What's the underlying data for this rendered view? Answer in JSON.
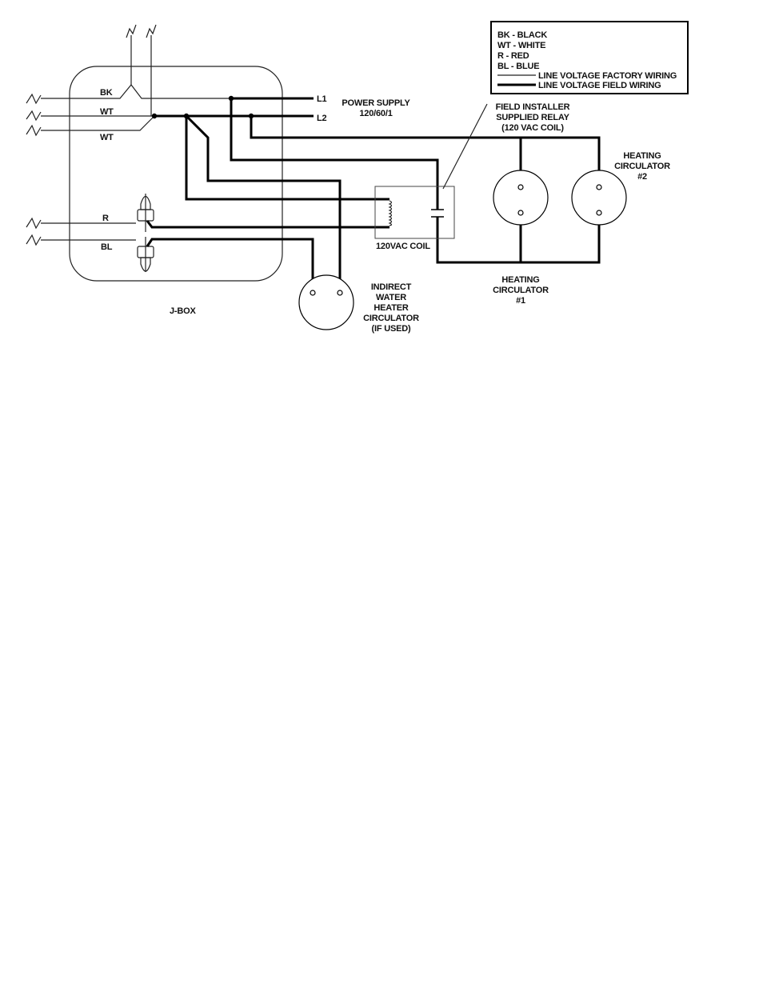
{
  "legend": {
    "entries": [
      "BK  - BLACK",
      "WT - WHITE",
      "R   - RED",
      "BL  - BLUE"
    ],
    "factory_wiring": "LINE VOLTAGE FACTORY WIRING",
    "field_wiring": "LINE VOLTAGE FIELD WIRING"
  },
  "jbox": {
    "title": "J-BOX",
    "wires": {
      "bk": "BK",
      "wt1": "WT",
      "wt2": "WT",
      "r": "R",
      "bl": "BL"
    }
  },
  "supply": {
    "l1": "L1",
    "l2": "L2",
    "title": [
      "POWER SUPPLY",
      "120/60/1"
    ]
  },
  "relay": {
    "note": [
      "FIELD INSTALLER",
      "SUPPLIED RELAY",
      "(120 VAC COIL)"
    ],
    "coil_label": "120VAC COIL"
  },
  "circulators": {
    "heating1": [
      "HEATING",
      "CIRCULATOR",
      "#1"
    ],
    "heating2": [
      "HEATING",
      "CIRCULATOR",
      "#2"
    ],
    "indirect": [
      "INDIRECT",
      "WATER",
      "HEATER",
      "CIRCULATOR",
      "(IF USED)"
    ]
  }
}
